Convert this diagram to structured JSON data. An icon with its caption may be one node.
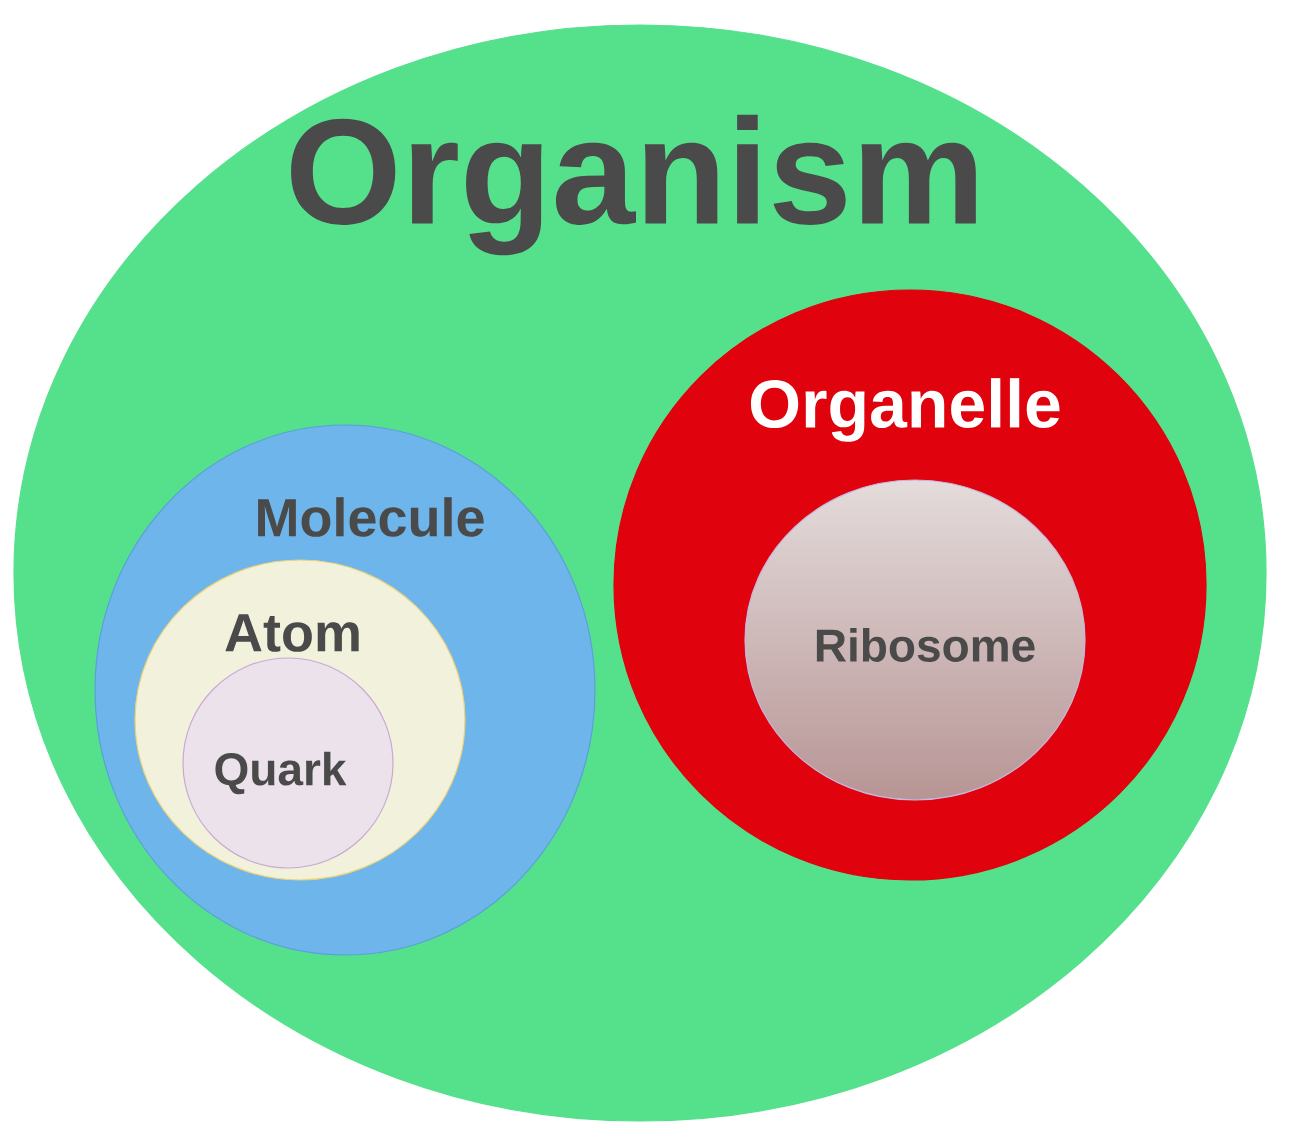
{
  "diagram": {
    "nodes": [
      {
        "text": [
          "Organism"
        ]
      },
      {
        "text": [
          "Molecule"
        ],
        "in": 0
      },
      {
        "text": [
          "Atom"
        ],
        "in": 1
      },
      {
        "text": [
          "Quark"
        ],
        "in": 2
      },
      {
        "text": [
          "Organelle"
        ],
        "in": 0
      },
      {
        "text": [
          "Ribosome"
        ],
        "in": 4
      }
    ]
  }
}
